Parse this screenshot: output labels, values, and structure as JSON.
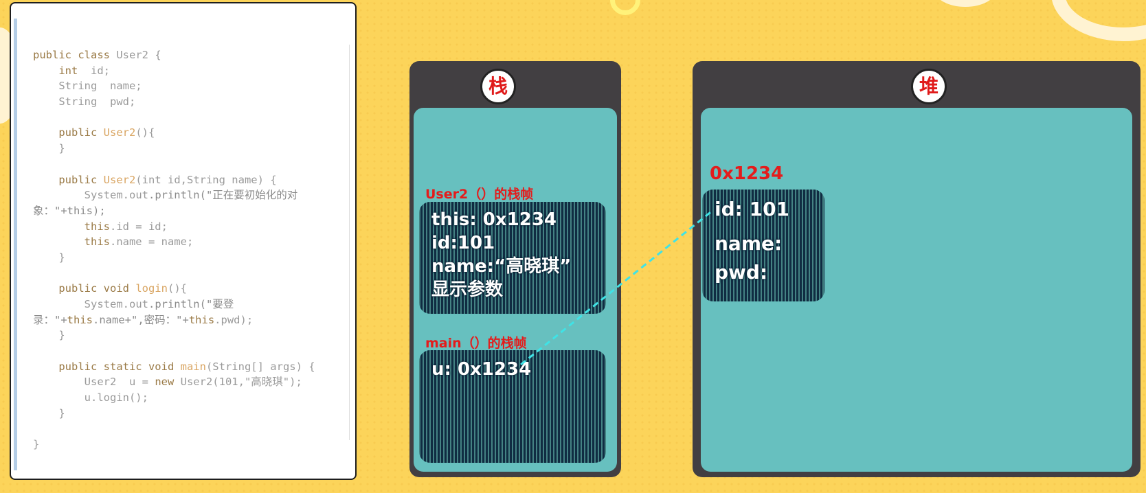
{
  "code": {
    "lines": [
      [
        {
          "t": "public class ",
          "c": "kw"
        },
        {
          "t": "User2 {",
          "c": "ty"
        }
      ],
      [
        {
          "t": "    int  ",
          "c": "kw"
        },
        {
          "t": "id;",
          "c": "ty"
        }
      ],
      [
        {
          "t": "    String  ",
          "c": "ty"
        },
        {
          "t": "name;",
          "c": "ty"
        }
      ],
      [
        {
          "t": "    String  ",
          "c": "ty"
        },
        {
          "t": "pwd;",
          "c": "ty"
        }
      ],
      [
        {
          "t": "",
          "c": "ty"
        }
      ],
      [
        {
          "t": "    public ",
          "c": "kw"
        },
        {
          "t": "User2",
          "c": "fn"
        },
        {
          "t": "(){",
          "c": "ty"
        }
      ],
      [
        {
          "t": "    }",
          "c": "ty"
        }
      ],
      [
        {
          "t": "",
          "c": "ty"
        }
      ],
      [
        {
          "t": "    public ",
          "c": "kw"
        },
        {
          "t": "User2",
          "c": "fn"
        },
        {
          "t": "(int id,String name) {",
          "c": "ty"
        }
      ],
      [
        {
          "t": "        System.",
          "c": "ty"
        },
        {
          "t": "out",
          "c": "ty"
        },
        {
          "t": ".println(\"正在要初始化的对",
          "c": "str"
        }
      ],
      [
        {
          "t": "象：\"+this);",
          "c": "str"
        }
      ],
      [
        {
          "t": "        this",
          "c": "kw"
        },
        {
          "t": ".id = id;",
          "c": "ty"
        }
      ],
      [
        {
          "t": "        this",
          "c": "kw"
        },
        {
          "t": ".name = name;",
          "c": "ty"
        }
      ],
      [
        {
          "t": "    }",
          "c": "ty"
        }
      ],
      [
        {
          "t": "",
          "c": "ty"
        }
      ],
      [
        {
          "t": "    public void ",
          "c": "kw"
        },
        {
          "t": "login",
          "c": "fn"
        },
        {
          "t": "(){",
          "c": "ty"
        }
      ],
      [
        {
          "t": "        System.",
          "c": "ty"
        },
        {
          "t": "out",
          "c": "ty"
        },
        {
          "t": ".println(\"要登",
          "c": "str"
        }
      ],
      [
        {
          "t": "录：\"+",
          "c": "str"
        },
        {
          "t": "this",
          "c": "kw"
        },
        {
          "t": ".name+\",密码：\"+",
          "c": "str"
        },
        {
          "t": "this",
          "c": "kw"
        },
        {
          "t": ".pwd);",
          "c": "ty"
        }
      ],
      [
        {
          "t": "    }",
          "c": "ty"
        }
      ],
      [
        {
          "t": "",
          "c": "ty"
        }
      ],
      [
        {
          "t": "    public static void ",
          "c": "kw"
        },
        {
          "t": "main",
          "c": "fn"
        },
        {
          "t": "(String[] args) {",
          "c": "ty"
        }
      ],
      [
        {
          "t": "        User2  u = ",
          "c": "ty"
        },
        {
          "t": "new ",
          "c": "kw"
        },
        {
          "t": "User2(101,\"高晓琪\");",
          "c": "ty"
        }
      ],
      [
        {
          "t": "        u.login();",
          "c": "ty"
        }
      ],
      [
        {
          "t": "    }",
          "c": "ty"
        }
      ],
      [
        {
          "t": "",
          "c": "ty"
        }
      ],
      [
        {
          "t": "}",
          "c": "ty"
        }
      ]
    ]
  },
  "stack": {
    "title": "栈",
    "user2_frame": {
      "label": "User2（）的栈帧",
      "lines": [
        "this: 0x1234",
        "id:101",
        "name:“高晓琪”",
        "显示参数"
      ]
    },
    "main_frame": {
      "label": "main（）的栈帧",
      "lines": [
        "u: 0x1234"
      ]
    }
  },
  "heap": {
    "title": "堆",
    "object": {
      "address": "0x1234",
      "lines": [
        "id: 101",
        "name:",
        "pwd:"
      ]
    }
  },
  "colors": {
    "background": "#fcd45a",
    "panel": "#423f42",
    "panel_inner": "#67c0bf",
    "label_red": "#e41c1c",
    "pointer_line": "#3fe3e6"
  }
}
